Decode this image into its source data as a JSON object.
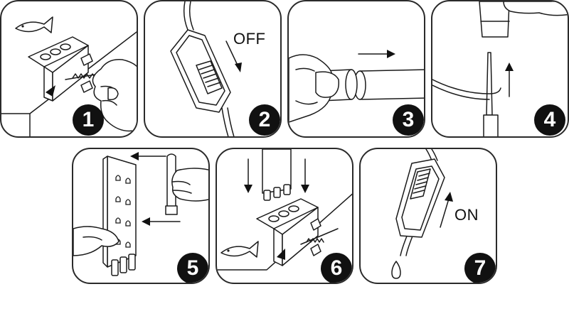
{
  "steps": [
    {
      "number": "1"
    },
    {
      "number": "2",
      "label": "OFF"
    },
    {
      "number": "3"
    },
    {
      "number": "4"
    },
    {
      "number": "5"
    },
    {
      "number": "6"
    },
    {
      "number": "7",
      "label": "ON"
    }
  ]
}
